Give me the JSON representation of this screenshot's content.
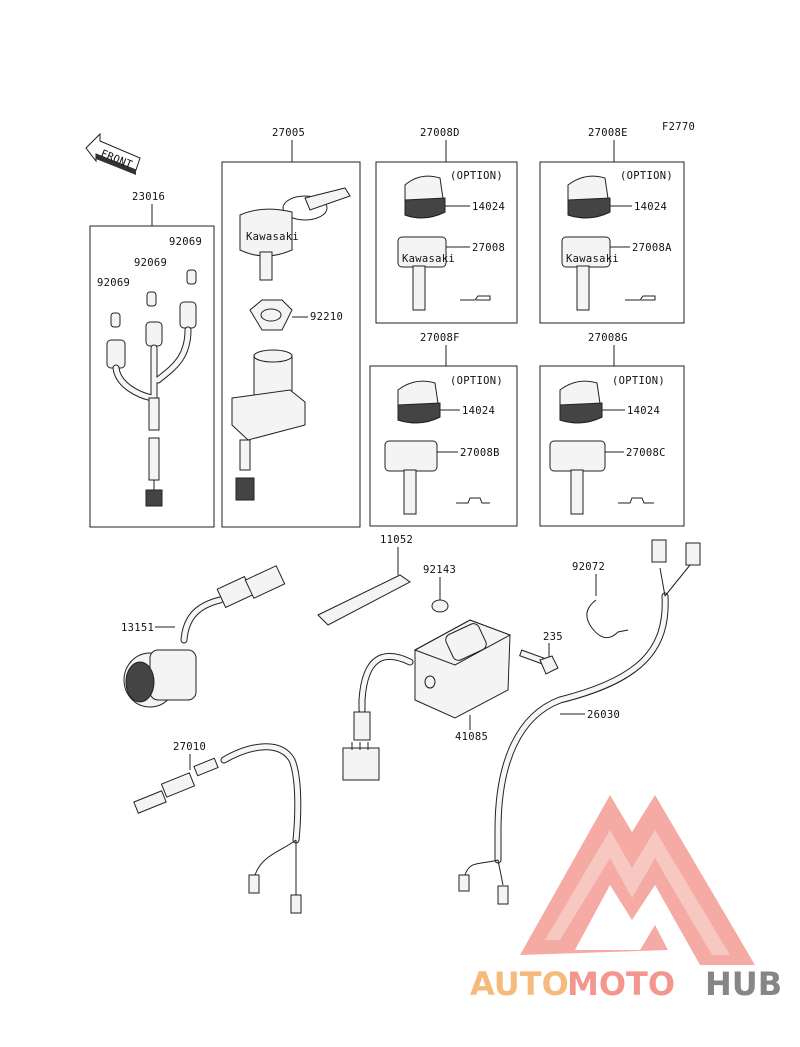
{
  "figure_code": "F2770",
  "front_label": "FRONT",
  "option_label": "(OPTION)",
  "labels": {
    "p23016": "23016",
    "p27005": "27005",
    "p27008D": "27008D",
    "p27008E": "27008E",
    "p27008F": "27008F",
    "p27008G": "27008G",
    "p92069a": "92069",
    "p92069b": "92069",
    "p92069c": "92069",
    "p92210": "92210",
    "p14024a": "14024",
    "p14024b": "14024",
    "p14024c": "14024",
    "p14024d": "14024",
    "p27008": "27008",
    "p27008A": "27008A",
    "p27008B": "27008B",
    "p27008C": "27008C",
    "p11052": "11052",
    "p92143": "92143",
    "p92072": "92072",
    "p13151": "13151",
    "p235": "235",
    "p41085": "41085",
    "p26030": "26030",
    "p27010": "27010"
  },
  "key_brand": "Kawasaki",
  "watermark": {
    "part1": "AUTO",
    "part2": "MOTO",
    "part3": "HUB",
    "colors": {
      "auto": "#f6b36e",
      "moto": "#f28c82",
      "hub": "#7a7a7a",
      "mark": "#f29a92"
    }
  }
}
